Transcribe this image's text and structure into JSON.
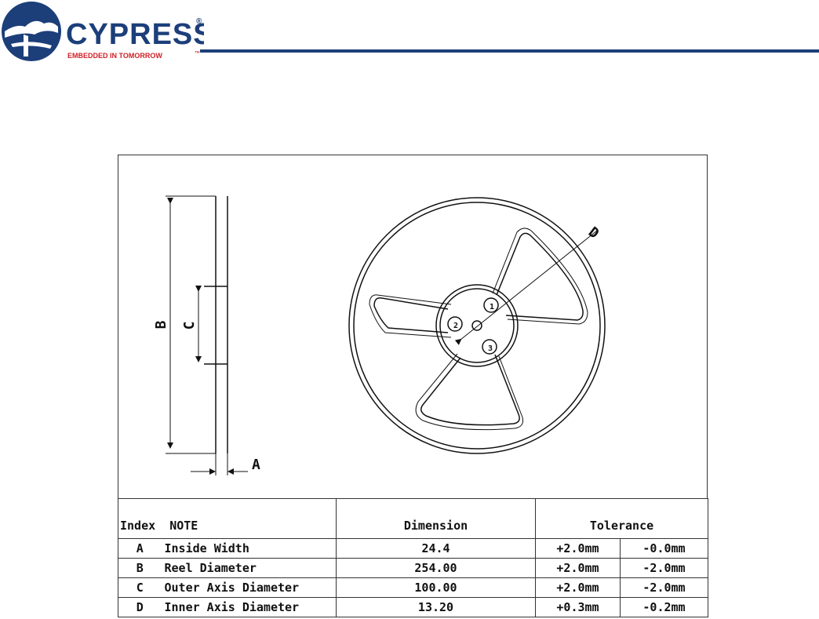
{
  "brand": {
    "name": "CYPRESS",
    "registered_mark": "®",
    "tagline": "EMBEDDED IN TOMORROW",
    "trademark": "™",
    "primary_color": "#1c3f7a",
    "accent_color": "#d21f26",
    "logo_icon": "tree-globe-icon"
  },
  "drawing": {
    "labels": {
      "a": "A",
      "b": "B",
      "c": "C",
      "d": "D"
    },
    "hole_labels": [
      "1",
      "2",
      "3"
    ]
  },
  "table": {
    "headers": {
      "index": "Index",
      "note": "NOTE",
      "dimension": "Dimension",
      "tolerance": "Tolerance"
    },
    "rows": [
      {
        "index": "A",
        "note": "Inside Width",
        "dimension": "24.4",
        "tol_plus": "+2.0mm",
        "tol_minus": "-0.0mm"
      },
      {
        "index": "B",
        "note": "Reel Diameter",
        "dimension": "254.00",
        "tol_plus": "+2.0mm",
        "tol_minus": "-2.0mm"
      },
      {
        "index": "C",
        "note": "Outer Axis Diameter",
        "dimension": "100.00",
        "tol_plus": "+2.0mm",
        "tol_minus": "-2.0mm"
      },
      {
        "index": "D",
        "note": "Inner Axis Diameter",
        "dimension": "13.20",
        "tol_plus": "+0.3mm",
        "tol_minus": "-0.2mm"
      }
    ]
  }
}
